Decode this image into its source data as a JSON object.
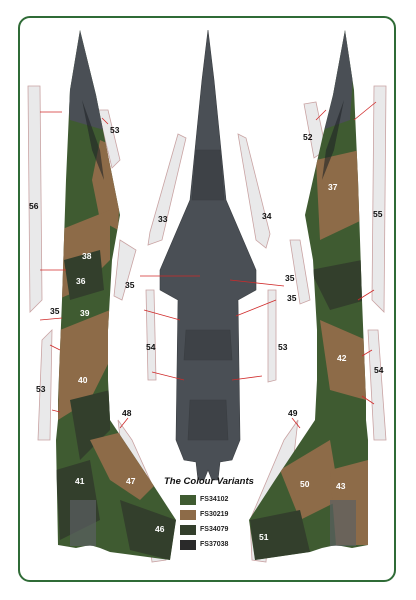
{
  "legend": {
    "title": "The Colour Variants",
    "items": [
      {
        "code": "FS34102",
        "color": "#3f5b31"
      },
      {
        "code": "FS30219",
        "color": "#8d6b48"
      },
      {
        "code": "FS34079",
        "color": "#333f2c"
      },
      {
        "code": "FS37038",
        "color": "#2a2a2a"
      }
    ]
  },
  "camo_colors": {
    "green": "#3f5b31",
    "tan": "#8d6b48",
    "dark_green": "#333f2c",
    "gray": "#4a4f55",
    "frame": "#2f6b36",
    "callout_line": "#d02a2a",
    "panel_outline": "#c9a3a3",
    "panel_fill": "#e9e9ea"
  },
  "callouts": {
    "n33": "33",
    "n34": "34",
    "n35a": "35",
    "n35b": "35",
    "n35c": "35",
    "n35d": "35",
    "n36": "36",
    "n37": "37",
    "n38": "38",
    "n39": "39",
    "n40": "40",
    "n41": "41",
    "n42": "42",
    "n43": "43",
    "n46": "46",
    "n47": "47",
    "n48": "48",
    "n49": "49",
    "n50": "50",
    "n51": "51",
    "n52": "52",
    "n53a": "53",
    "n53b": "53",
    "n53c": "53",
    "n54a": "54",
    "n54b": "54",
    "n55": "55",
    "n56": "56"
  }
}
